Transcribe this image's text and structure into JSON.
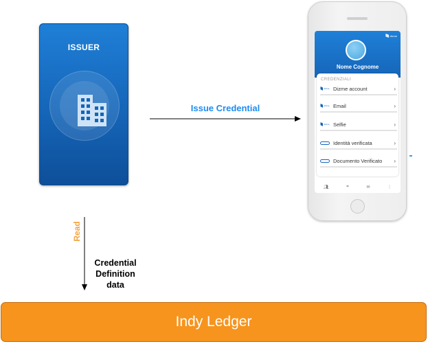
{
  "issuer": {
    "title": "ISSUER",
    "icon": "building-icon"
  },
  "issue_arrow": {
    "label": "Issue Credential"
  },
  "read_arrow": {
    "label": "Read",
    "data_label": "Credential\nDefinition\ndata"
  },
  "ledger": {
    "label": "Indy Ledger"
  },
  "phone": {
    "brand": "dizme",
    "user_name": "Nome Cognome",
    "credentials_heading": "CREDENZIALI",
    "credentials": [
      {
        "label": "Dizme account",
        "icon": "dizme-logo-icon"
      },
      {
        "label": "Email",
        "icon": "dizme-logo-icon"
      },
      {
        "label": "Selfie",
        "icon": "dizme-logo-icon"
      },
      {
        "label": "Identità verificata",
        "icon": "id-card-icon"
      },
      {
        "label": "Documento Verificato",
        "icon": "id-card-icon"
      }
    ],
    "nav_icons": [
      "contacts-icon",
      "scan-icon",
      "inbox-icon",
      "more-icon"
    ]
  },
  "colors": {
    "issuer_blue": "#1565b8",
    "issue_label": "#1d8cf0",
    "read_label": "#f4a340",
    "ledger_fill": "#f7941d"
  }
}
